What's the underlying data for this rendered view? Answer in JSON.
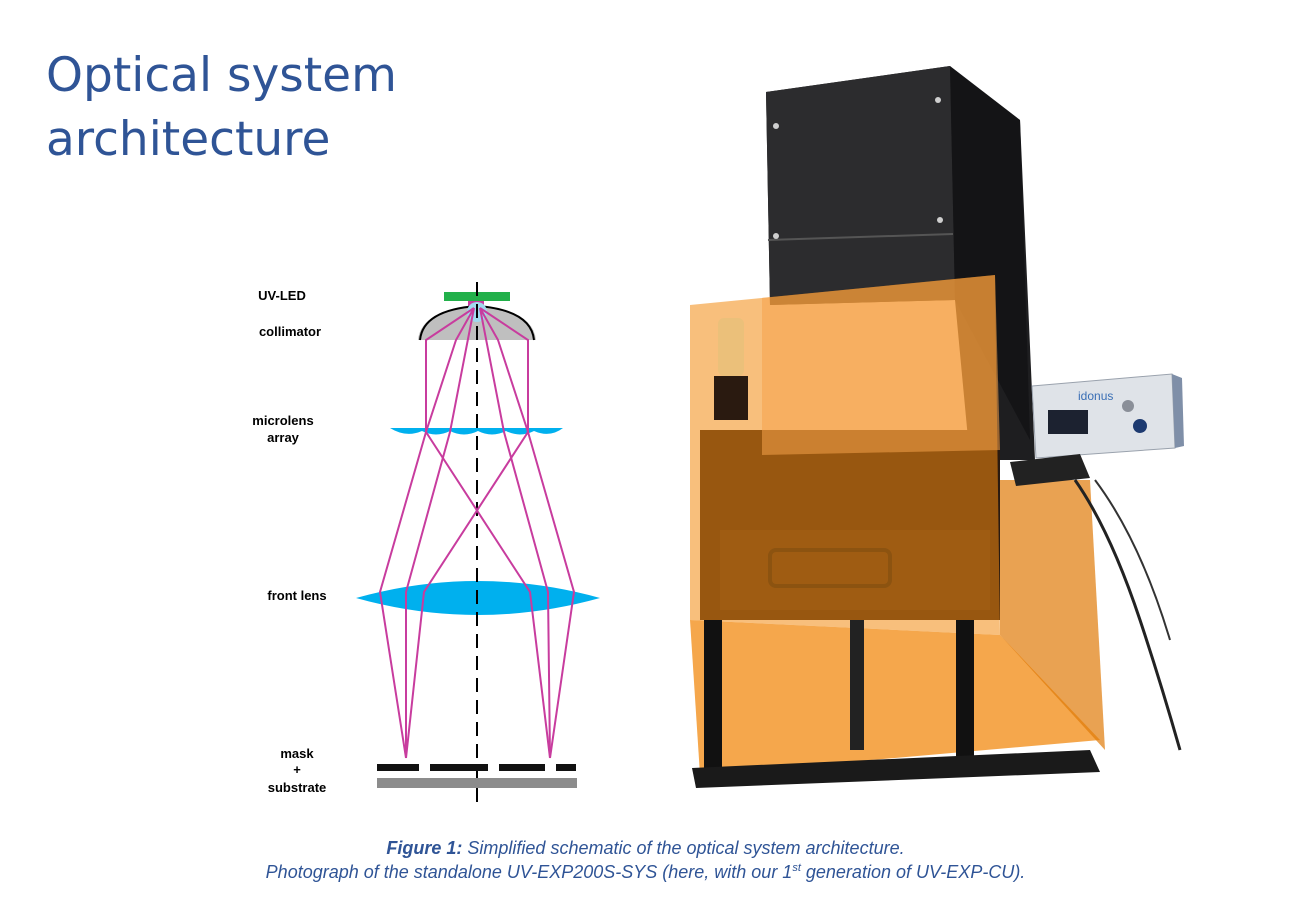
{
  "title": {
    "line1": "Optical system",
    "line2": "architecture"
  },
  "schematic": {
    "labels": {
      "uv_led": "UV-LED",
      "collimator": "collimator",
      "microlens_1": "microlens",
      "microlens_2": "array",
      "front_lens": "front lens",
      "mask_1": "mask",
      "mask_2": "+",
      "mask_3": "substrate"
    },
    "colors": {
      "led": "#22b04a",
      "lens": "#00b0ee",
      "rays": "#c83c9e",
      "mask": "#111111",
      "substrate": "#8c8c8c"
    }
  },
  "photo": {
    "brand_text": "idonus",
    "colors": {
      "tower": "#2c2c2e",
      "shield": "#f28a10",
      "controller": "#dfe3e8"
    }
  },
  "caption": {
    "fig_label": "Figure 1:",
    "line1_rest": " Simplified schematic of the optical system architecture.",
    "line2_a": "Photograph of the standalone UV-EXP200S-SYS (here, with our 1",
    "line2_sup": "st",
    "line2_b": " generation of UV-EXP-CU)."
  }
}
